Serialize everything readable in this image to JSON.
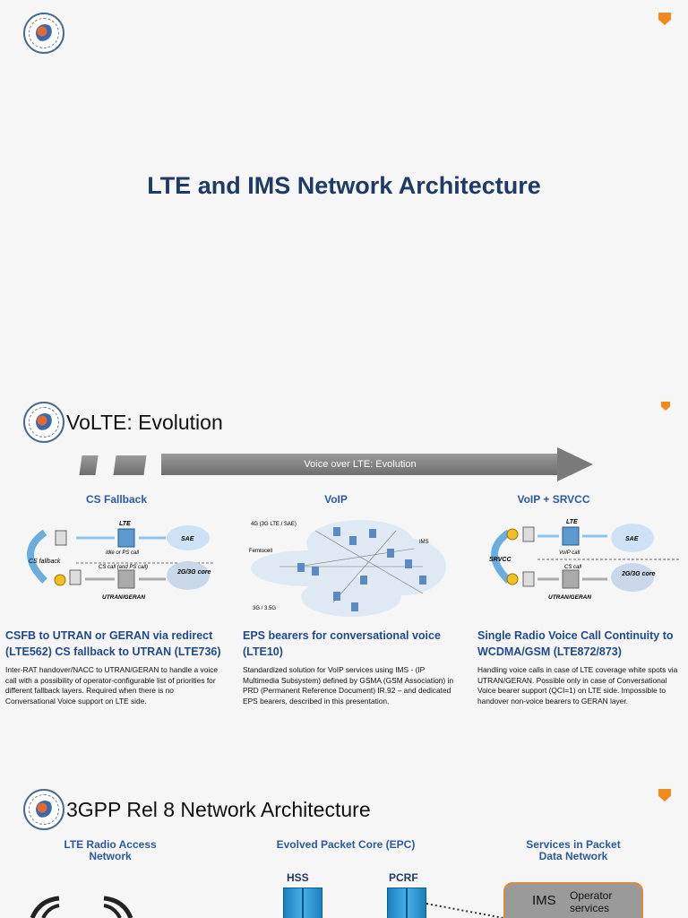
{
  "slide1": {
    "title": "LTE and IMS Network Architecture"
  },
  "slide2": {
    "title": "VoLTE: Evolution",
    "arrow_label": "Voice over LTE: Evolution",
    "columns": [
      {
        "head": "CS Fallback",
        "title": "CSFB to UTRAN or GERAN via redirect (LTE562) CS fallback to UTRAN (LTE736)",
        "text": "Inter-RAT handover/NACC to UTRAN/GERAN to handle a voice call with a possibility of operator-configurable list of priorities for different fallback layers. Required when there is no Conversational Voice support on LTE side.",
        "diagram": {
          "lte": "LTE",
          "idle": "Idle or PS call",
          "cs_call": "CS call (and PS call)",
          "fallback": "CS fallback",
          "utran": "UTRAN/GERAN",
          "sae": "SAE",
          "core": "2G/3G core"
        }
      },
      {
        "head": "VoIP",
        "title": "EPS bearers for conversational voice (LTE10)",
        "text": "Standardized solution for VoIP services using IMS - (IP Multimedia Subsystem) defined by GSMA (GSM Association) in PRD (Permanent Reference Document) IR.92 – and dedicated EPS bearers, described in this presentation.",
        "diagram": {
          "label_4g": "4G (3G LTE / SAE)",
          "femtocell": "Femtocell",
          "ims": "IMS",
          "label_3g": "3G / 3.5G"
        }
      },
      {
        "head": "VoIP + SRVCC",
        "title": "Single Radio Voice Call Continuity to WCDMA/GSM (LTE872/873)",
        "text": "Handling voice calls in case of LTE coverage white spots via UTRAN/GERAN. Possible only in case of Conversational Voice bearer support (QCI=1) on LTE side. Impossible to handover non-voice bearers to GERAN layer.",
        "diagram": {
          "lte": "LTE",
          "voip": "VoIP call",
          "cs_call": "CS call",
          "srvcc": "SRVCC",
          "utran": "UTRAN/GERAN",
          "sae": "SAE",
          "core": "2G/3G core"
        }
      }
    ]
  },
  "slide3": {
    "title": "3GPP Rel 8 Network Architecture",
    "col1": "LTE Radio Access Network",
    "col2": "Evolved Packet Core (EPC)",
    "col3": "Services in Packet Data Network",
    "hss": "HSS",
    "pcrf": "PCRF",
    "ims": "IMS",
    "operator": "Operator services"
  },
  "colors": {
    "accent": "#f08a1a",
    "title_blue": "#1f3a66",
    "head_blue": "#2a5aa0"
  }
}
